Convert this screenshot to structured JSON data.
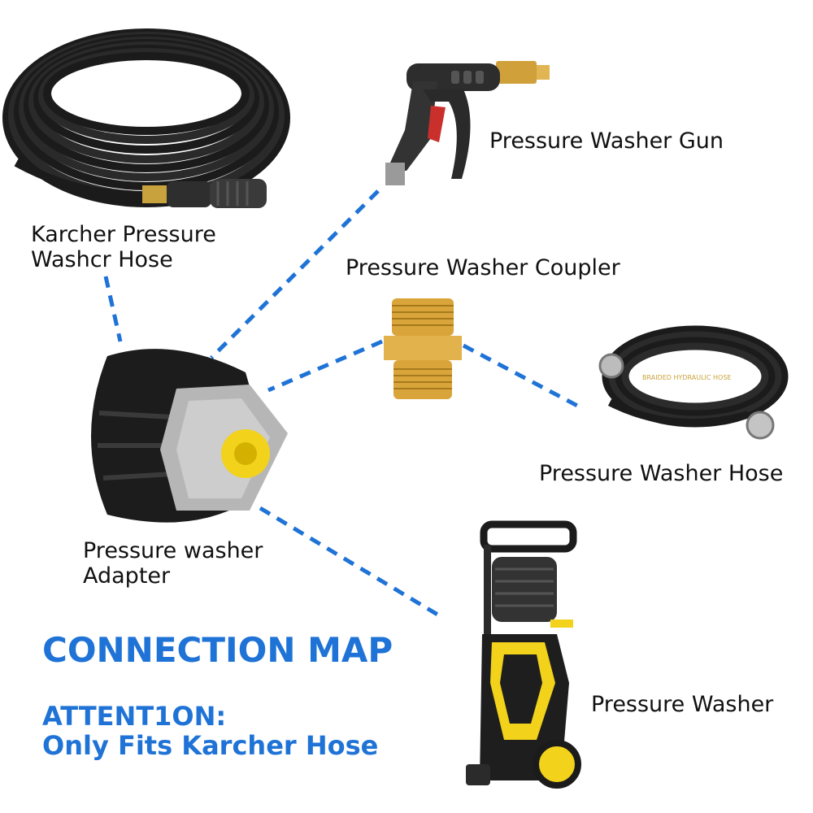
{
  "labels": {
    "karcher_hose": "Karcher Pressure\nWashcr Hose",
    "gun": "Pressure Washer Gun",
    "coupler": "Pressure Washer Coupler",
    "hose": "Pressure Washer Hose",
    "adapter": "Pressure washer\nAdapter",
    "washer": "Pressure Washer"
  },
  "title": "CONNECTION MAP",
  "attention": {
    "line1": "ATTENT1ON:",
    "line2": "Only Fits Karcher Hose"
  },
  "hose_print": "BRAIDED HYDRAULIC HOSE",
  "colors": {
    "accent_blue": "#1f73d6",
    "brass": "#d9a53a",
    "yellow": "#f2d21b",
    "rubber": "#1b1b1b"
  }
}
